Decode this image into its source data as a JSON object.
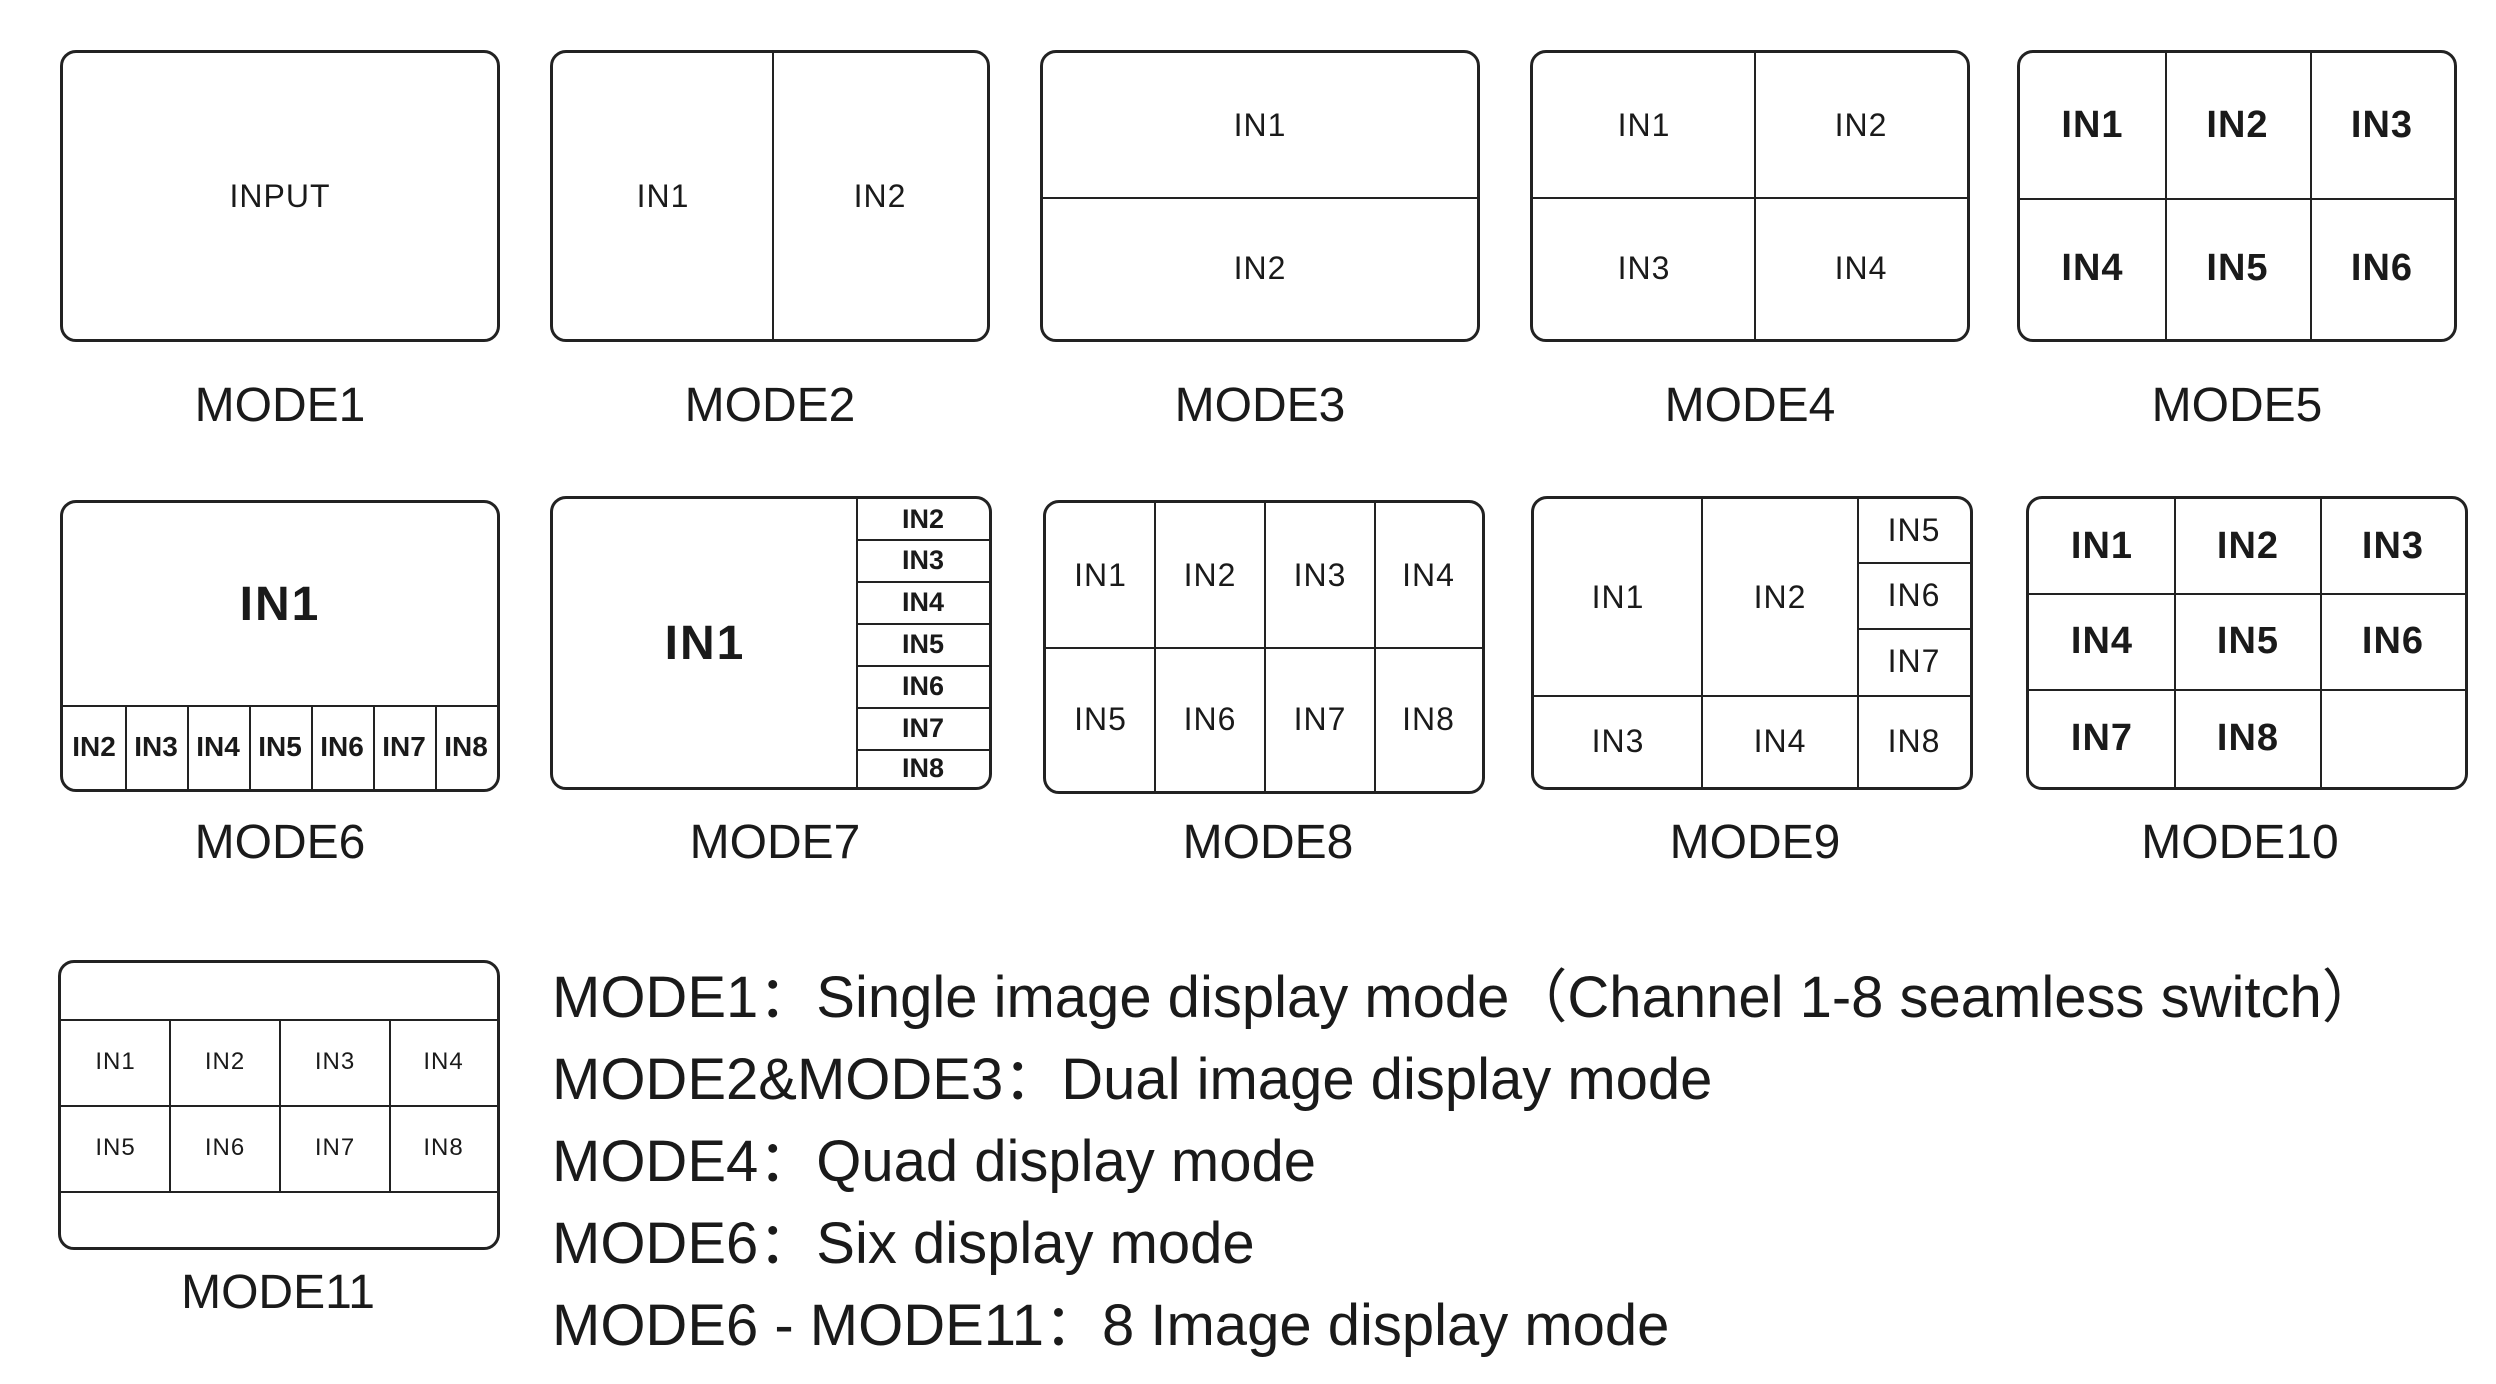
{
  "modes": {
    "m1": {
      "label": "MODE1",
      "cells": [
        "INPUT"
      ]
    },
    "m2": {
      "label": "MODE2",
      "cells": [
        "IN1",
        "IN2"
      ]
    },
    "m3": {
      "label": "MODE3",
      "cells": [
        "IN1",
        "IN2"
      ]
    },
    "m4": {
      "label": "MODE4",
      "cells": [
        "IN1",
        "IN2",
        "IN3",
        "IN4"
      ]
    },
    "m5": {
      "label": "MODE5",
      "cells": [
        "IN1",
        "IN2",
        "IN3",
        "IN4",
        "IN5",
        "IN6"
      ]
    },
    "m6": {
      "label": "MODE6",
      "cells": [
        "IN1",
        "IN2",
        "IN3",
        "IN4",
        "IN5",
        "IN6",
        "IN7",
        "IN8"
      ]
    },
    "m7": {
      "label": "MODE7",
      "cells": [
        "IN1",
        "IN2",
        "IN3",
        "IN4",
        "IN5",
        "IN6",
        "IN7",
        "IN8"
      ]
    },
    "m8": {
      "label": "MODE8",
      "cells": [
        "IN1",
        "IN2",
        "IN3",
        "IN4",
        "IN5",
        "IN6",
        "IN7",
        "IN8"
      ]
    },
    "m9": {
      "label": "MODE9",
      "cells": [
        "IN1",
        "IN2",
        "IN3",
        "IN4",
        "IN5",
        "IN6",
        "IN7",
        "IN8"
      ]
    },
    "m10": {
      "label": "MODE10",
      "cells": [
        "IN1",
        "IN2",
        "IN3",
        "IN4",
        "IN5",
        "IN6",
        "IN7",
        "IN8"
      ]
    },
    "m11": {
      "label": "MODE11",
      "cells": [
        "IN1",
        "IN2",
        "IN3",
        "IN4",
        "IN5",
        "IN6",
        "IN7",
        "IN8"
      ]
    }
  },
  "descriptions": [
    "MODE1：Single image display mode（Channel 1-8 seamless switch）",
    "MODE2&MODE3：Dual image display mode",
    "MODE4：Quad display mode",
    "MODE6：Six display mode",
    "MODE6 - MODE11：8 Image display mode"
  ]
}
